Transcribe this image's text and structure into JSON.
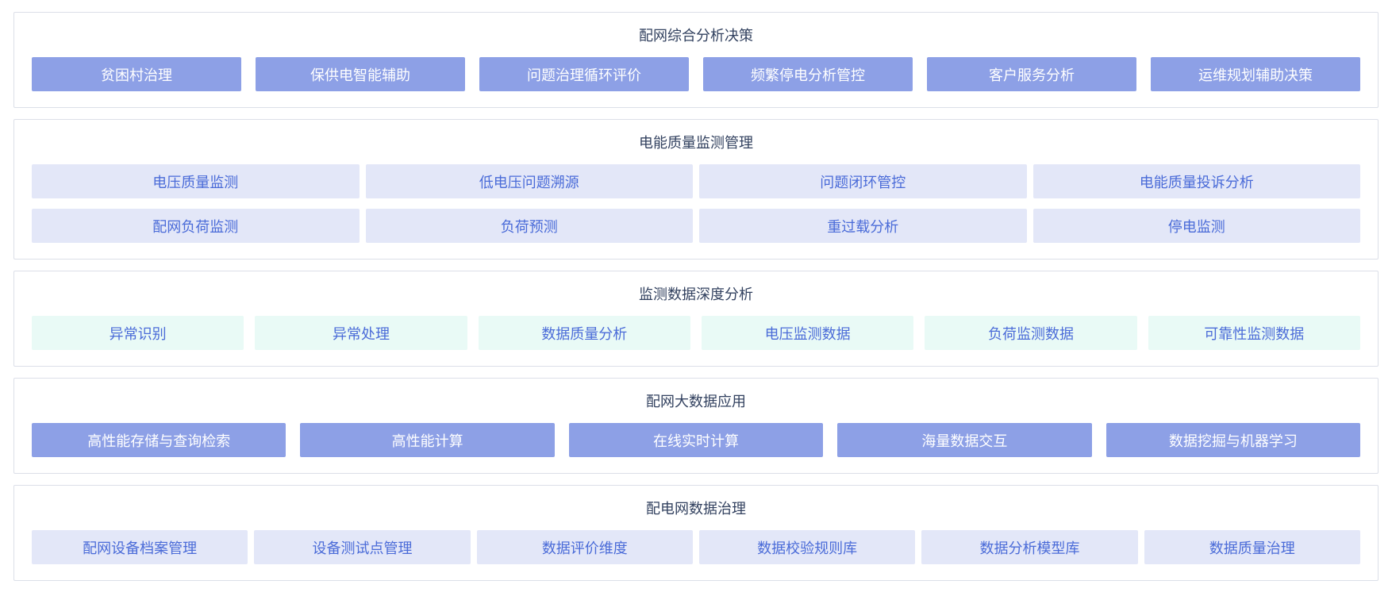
{
  "colors": {
    "solid_tile_bg": "#8da0e6",
    "solid_tile_text": "#ffffff",
    "lavender_tile_bg": "#e3e7f8",
    "mint_tile_bg": "#e9faf6",
    "light_tile_text": "#4a6bd8",
    "section_title_text": "#32415f",
    "panel_border": "#dcdfe8"
  },
  "sections": [
    {
      "title": "配网综合分析决策",
      "style": "solid",
      "rows": [
        [
          "贫困村治理",
          "保供电智能辅助",
          "问题治理循环评价",
          "频繁停电分析管控",
          "客户服务分析",
          "运维规划辅助决策"
        ]
      ]
    },
    {
      "title": "电能质量监测管理",
      "style": "lavender",
      "rows": [
        [
          "电压质量监测",
          "低电压问题溯源",
          "问题闭环管控",
          "电能质量投诉分析"
        ],
        [
          "配网负荷监测",
          "负荷预测",
          "重过载分析",
          "停电监测"
        ]
      ]
    },
    {
      "title": "监测数据深度分析",
      "style": "mint",
      "rows": [
        [
          "异常识别",
          "异常处理",
          "数据质量分析",
          "电压监测数据",
          "负荷监测数据",
          "可靠性监测数据"
        ]
      ]
    },
    {
      "title": "配网大数据应用",
      "style": "solid",
      "rows": [
        [
          "高性能存储与查询检索",
          "高性能计算",
          "在线实时计算",
          "海量数据交互",
          "数据挖掘与机器学习"
        ]
      ]
    },
    {
      "title": "配电网数据治理",
      "style": "lavender",
      "rows": [
        [
          "配网设备档案管理",
          "设备测试点管理",
          "数据评价维度",
          "数据校验规则库",
          "数据分析模型库",
          "数据质量治理"
        ]
      ]
    }
  ]
}
